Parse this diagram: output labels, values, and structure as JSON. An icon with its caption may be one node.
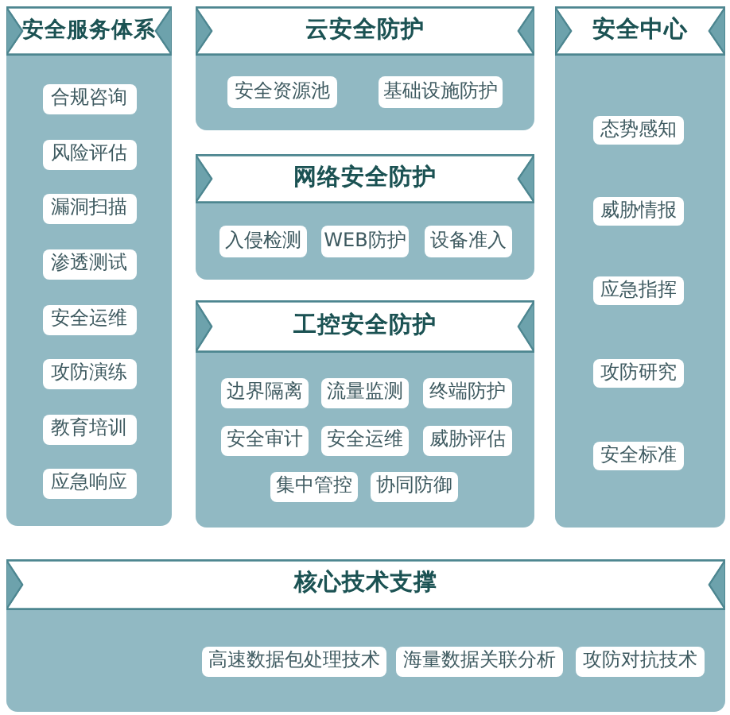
{
  "diagram": {
    "nodes": [
      {
        "text": [
          "安全服务体系"
        ]
      },
      {
        "text": [
          "合规咨询"
        ],
        "in": 0
      },
      {
        "text": [
          "风险评估"
        ],
        "in": 0
      },
      {
        "text": [
          "漏洞扫描"
        ],
        "in": 0
      },
      {
        "text": [
          "渗透测试"
        ],
        "in": 0
      },
      {
        "text": [
          "安全运维"
        ],
        "in": 0
      },
      {
        "text": [
          "攻防演练"
        ],
        "in": 0
      },
      {
        "text": [
          "教育培训"
        ],
        "in": 0
      },
      {
        "text": [
          "应急响应"
        ],
        "in": 0
      },
      {
        "text": [
          "云安全防护"
        ]
      },
      {
        "text": [
          "安全资源池"
        ],
        "in": 9
      },
      {
        "text": [
          "基础设施防护"
        ],
        "in": 9
      },
      {
        "text": [
          "网络安全防护"
        ]
      },
      {
        "text": [
          "入侵检测"
        ],
        "in": 12
      },
      {
        "text": [
          "WEB防护"
        ],
        "in": 12
      },
      {
        "text": [
          "设备准入"
        ],
        "in": 12
      },
      {
        "text": [
          "工控安全防护"
        ]
      },
      {
        "text": [
          "边界隔离"
        ],
        "in": 16
      },
      {
        "text": [
          "流量监测"
        ],
        "in": 16
      },
      {
        "text": [
          "终端防护"
        ],
        "in": 16
      },
      {
        "text": [
          "安全审计"
        ],
        "in": 16
      },
      {
        "text": [
          "安全运维"
        ],
        "in": 16
      },
      {
        "text": [
          "威胁评估"
        ],
        "in": 16
      },
      {
        "text": [
          "集中管控"
        ],
        "in": 16
      },
      {
        "text": [
          "协同防御"
        ],
        "in": 16
      },
      {
        "text": [
          "安全中心"
        ]
      },
      {
        "text": [
          "态势感知"
        ],
        "in": 25
      },
      {
        "text": [
          "威胁情报"
        ],
        "in": 25
      },
      {
        "text": [
          "应急指挥"
        ],
        "in": 25
      },
      {
        "text": [
          "攻防研究"
        ],
        "in": 25
      },
      {
        "text": [
          "安全标准"
        ],
        "in": 25
      },
      {
        "text": [
          "核心技术支撑"
        ]
      },
      {
        "text": [
          "高速数据包处理技术"
        ],
        "in": 31
      },
      {
        "text": [
          "海量数据关联分析"
        ],
        "in": 31
      },
      {
        "text": [
          "攻防对抗技术"
        ],
        "in": 31
      }
    ]
  }
}
